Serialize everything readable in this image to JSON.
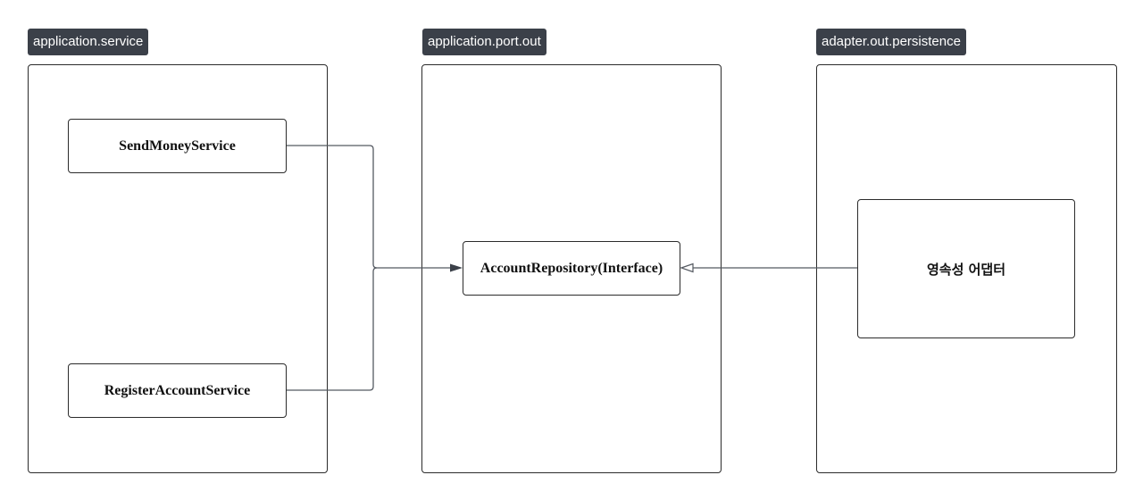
{
  "groups": {
    "service": {
      "label": "application.service"
    },
    "port": {
      "label": "application.port.out"
    },
    "persistence": {
      "label": "adapter.out.persistence"
    }
  },
  "nodes": {
    "send_money": "SendMoneyService",
    "register_account": "RegisterAccountService",
    "account_repository": "AccountRepository(Interface)",
    "persistence_adapter": "영속성 어댑터"
  },
  "edges": [
    {
      "from": "SendMoneyService",
      "to": "AccountRepository(Interface)",
      "arrow": "filled"
    },
    {
      "from": "RegisterAccountService",
      "to": "AccountRepository(Interface)",
      "arrow": "filled"
    },
    {
      "from": "영속성 어댑터",
      "to": "AccountRepository(Interface)",
      "arrow": "hollow-triangle"
    }
  ],
  "colors": {
    "tag_bg": "#3b4049",
    "tag_text": "#ffffff",
    "stroke": "#2b2b2b",
    "edge": "#555a62"
  }
}
